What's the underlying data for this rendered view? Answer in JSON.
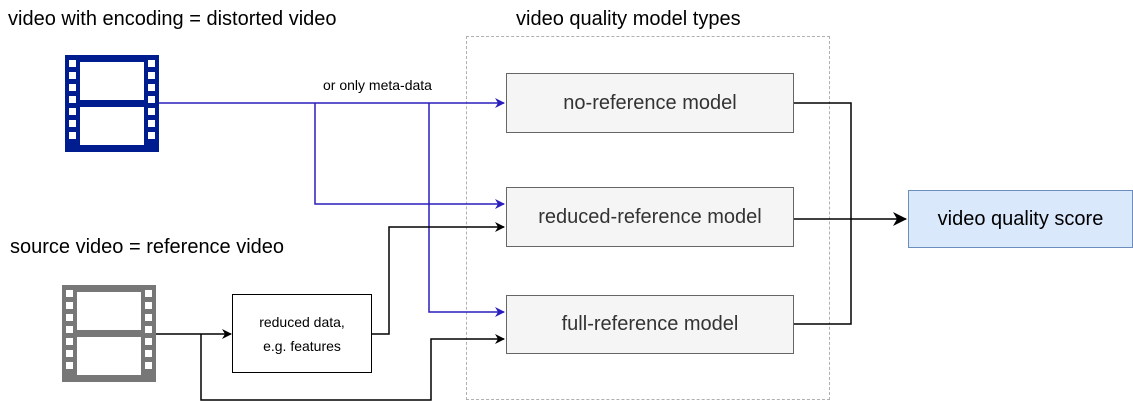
{
  "headings": {
    "distorted": "video with encoding = distorted video",
    "reference": "source video = reference video",
    "group": "video quality model types"
  },
  "annotations": {
    "meta": "or only meta-data"
  },
  "boxes": {
    "no_ref": "no-reference model",
    "reduced_ref": "reduced-reference model",
    "full_ref": "full-reference model",
    "reduced_data_line1": "reduced data,",
    "reduced_data_line2": "e.g. features",
    "score": "video quality score"
  },
  "icons": {
    "distorted_film": "film-strip-icon",
    "reference_film": "film-strip-icon"
  },
  "colors": {
    "distorted_film": "#001d8f",
    "reference_film": "#777777",
    "distorted_path": "#2a1fbd",
    "reference_path": "#000000",
    "model_fill": "#f5f5f5",
    "score_fill": "#dae8fc",
    "score_stroke": "#6c8ebf"
  }
}
